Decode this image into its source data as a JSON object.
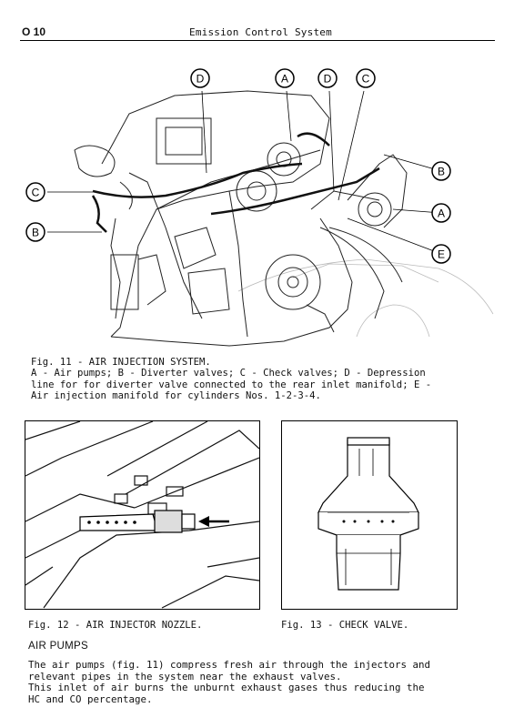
{
  "header": {
    "page_number": "O 10",
    "title": "Emission Control System"
  },
  "figure11": {
    "callouts": [
      "D",
      "A",
      "D",
      "C",
      "B",
      "C",
      "B",
      "A",
      "E"
    ],
    "caption_lines": [
      "Fig. 11 - AIR INJECTION SYSTEM.",
      "A - Air pumps; B - Diverter valves; C - Check valves; D - Depression",
      "line for for diverter valve connected to the rear inlet manifold; E -",
      "Air injection manifold for cylinders Nos. 1-2-3-4."
    ]
  },
  "figure12": {
    "caption": "Fig. 12 - AIR INJECTOR NOZZLE."
  },
  "figure13": {
    "caption": "Fig. 13 - CHECK VALVE."
  },
  "section": {
    "heading": "AIR PUMPS",
    "paragraph_lines": [
      "The air pumps (fig. 11) compress fresh air through the injectors and",
      "relevant pipes in the system near the exhaust valves.",
      "This inlet of air burns the unburnt exhaust gases thus reducing the",
      "HC and CO percentage."
    ]
  }
}
